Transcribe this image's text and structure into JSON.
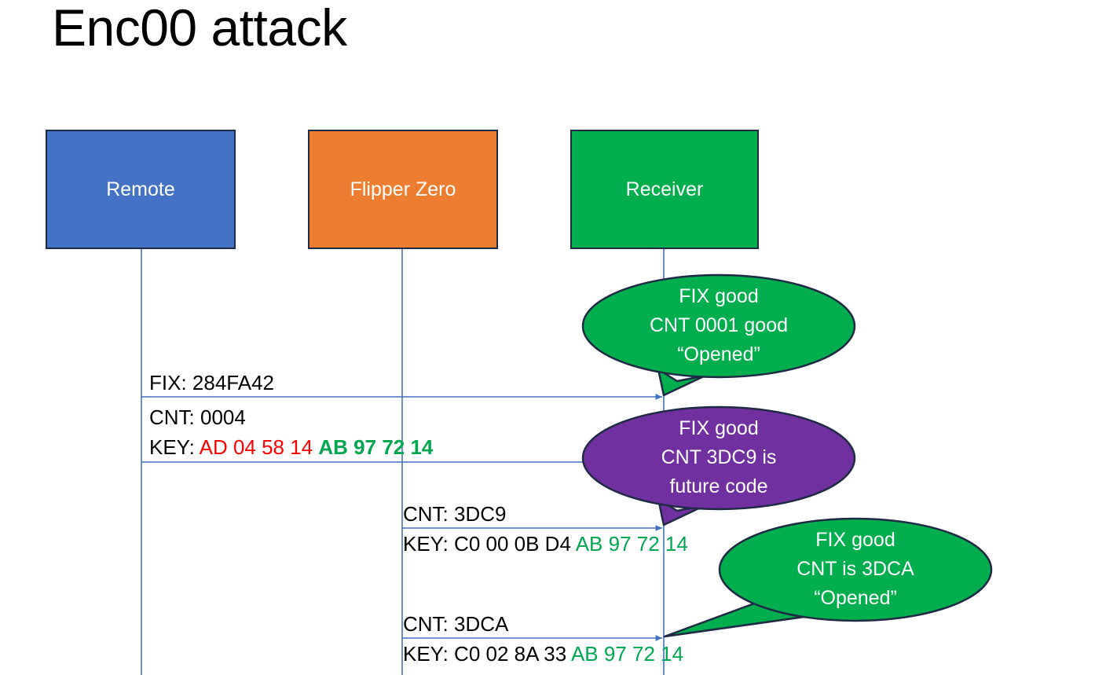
{
  "slide": {
    "title": "Enc00 attack"
  },
  "colors": {
    "remote_fill": "#4472C4",
    "flipper_fill": "#ED7D31",
    "receiver_fill": "#00AE4D",
    "bubble_green": "#00AE4D",
    "bubble_purple": "#7030A0",
    "line_blue": "#4472C4",
    "box_border": "#1f2a44",
    "hex_red": "#FF0000",
    "hex_green": "#00A650"
  },
  "actors": [
    {
      "id": "remote",
      "label": "Remote"
    },
    {
      "id": "flipper",
      "label": "Flipper Zero"
    },
    {
      "id": "receiver",
      "label": "Receiver"
    }
  ],
  "messages": [
    {
      "id": "msg1",
      "from": "remote",
      "to": "receiver",
      "lines": [
        {
          "segments": [
            {
              "text": "FIX: 284FA42",
              "style": "plain"
            }
          ]
        }
      ]
    },
    {
      "id": "msg2",
      "from": "remote",
      "to": "receiver",
      "lines": [
        {
          "segments": [
            {
              "text": "CNT: 0004",
              "style": "plain"
            }
          ]
        },
        {
          "segments": [
            {
              "text": "KEY: ",
              "style": "plain"
            },
            {
              "text": "AD 04 58 14",
              "style": "red"
            },
            {
              "text": " ",
              "style": "plain"
            },
            {
              "text": "AB 97 72 14",
              "style": "green-bold"
            }
          ]
        }
      ]
    },
    {
      "id": "msg3",
      "from": "flipper",
      "to": "receiver",
      "lines": [
        {
          "segments": [
            {
              "text": "CNT: 3DC9",
              "style": "plain"
            }
          ]
        },
        {
          "segments": [
            {
              "text": "KEY: C0 00 0B D4 ",
              "style": "plain"
            },
            {
              "text": "AB 97 72 14",
              "style": "green"
            }
          ]
        }
      ]
    },
    {
      "id": "msg4",
      "from": "flipper",
      "to": "receiver",
      "lines": [
        {
          "segments": [
            {
              "text": "CNT: 3DCA",
              "style": "plain"
            }
          ]
        },
        {
          "segments": [
            {
              "text": "KEY: C0 02 8A 33 ",
              "style": "plain"
            },
            {
              "text": "AB 97 72 14",
              "style": "green"
            }
          ]
        }
      ]
    }
  ],
  "callouts": [
    {
      "id": "callout-1",
      "color": "green",
      "lines": [
        "FIX good",
        "CNT 0001 good",
        "“Opened”"
      ]
    },
    {
      "id": "callout-2",
      "color": "purple",
      "lines": [
        "FIX good",
        "CNT 3DC9 is",
        "future code"
      ]
    },
    {
      "id": "callout-3",
      "color": "green",
      "lines": [
        "FIX good",
        "CNT is 3DCA",
        "“Opened”"
      ]
    }
  ]
}
